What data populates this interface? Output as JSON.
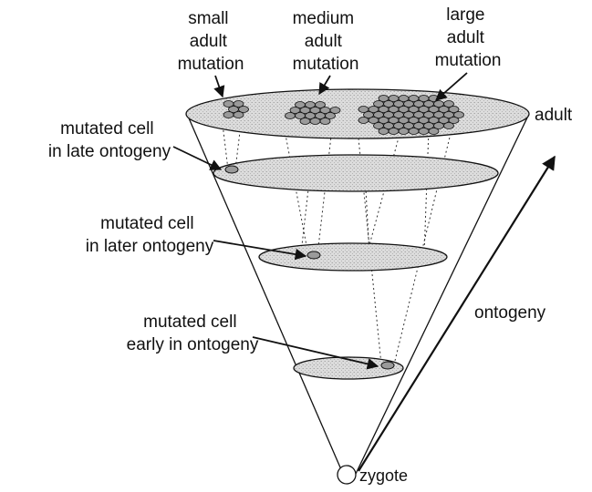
{
  "labels": {
    "small_adult_mutation": [
      "small",
      "adult",
      "mutation"
    ],
    "medium_adult_mutation": [
      "medium",
      "adult",
      "mutation"
    ],
    "large_adult_mutation": [
      "large",
      "adult",
      "mutation"
    ],
    "adult": "adult",
    "late_ontogeny": [
      "mutated cell",
      "in late ontogeny"
    ],
    "later_ontogeny": [
      "mutated cell",
      "in later ontogeny"
    ],
    "early_ontogeny": [
      "mutated cell",
      "early in ontogeny"
    ],
    "ontogeny": "ontogeny",
    "zygote": "zygote"
  },
  "colors": {
    "outline": "#111111",
    "disc_fill": "#d6d6d6",
    "cell_fill": "#9a9a9a"
  }
}
